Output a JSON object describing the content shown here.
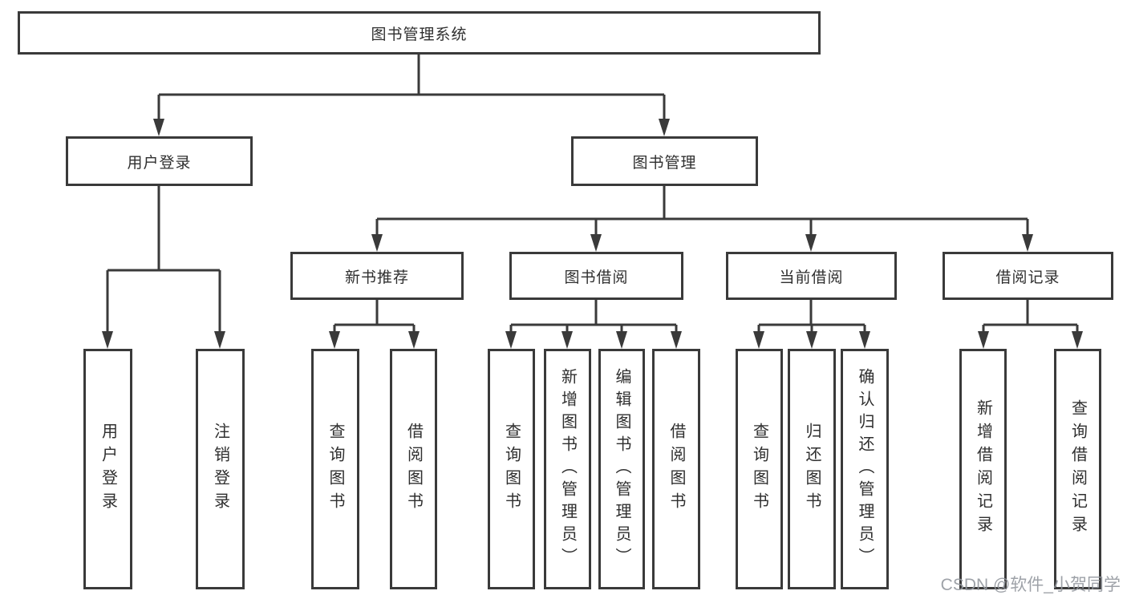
{
  "nodes": {
    "root": {
      "label": "图书管理系统"
    },
    "user_login": {
      "label": "用户登录"
    },
    "book_mgmt": {
      "label": "图书管理"
    },
    "new_book_rec": {
      "label": "新书推荐"
    },
    "book_borrow": {
      "label": "图书借阅"
    },
    "current_borrow": {
      "label": "当前借阅"
    },
    "borrow_records": {
      "label": "借阅记录"
    },
    "leaf_user_login": {
      "label": "用户登录"
    },
    "leaf_logout": {
      "label": "注销登录"
    },
    "leaf_query_book_1": {
      "label": "查询图书"
    },
    "leaf_borrow_book_1": {
      "label": "借阅图书"
    },
    "leaf_query_book_2": {
      "label": "查询图书"
    },
    "leaf_add_book": {
      "label": "新增图书（管理员）"
    },
    "leaf_edit_book": {
      "label": "编辑图书（管理员）"
    },
    "leaf_borrow_book_2": {
      "label": "借阅图书"
    },
    "leaf_query_book_3": {
      "label": "查询图书"
    },
    "leaf_return_book": {
      "label": "归还图书"
    },
    "leaf_confirm_return": {
      "label": "确认归还（管理员）"
    },
    "leaf_add_record": {
      "label": "新增借阅记录"
    },
    "leaf_query_record": {
      "label": "查询借阅记录"
    }
  },
  "watermark": {
    "text": "CSDN @软件_小贺同学"
  },
  "colors": {
    "line": "#3a3a3a",
    "text": "#2f2f2f",
    "background": "#ffffff",
    "watermark": "#94989e"
  }
}
